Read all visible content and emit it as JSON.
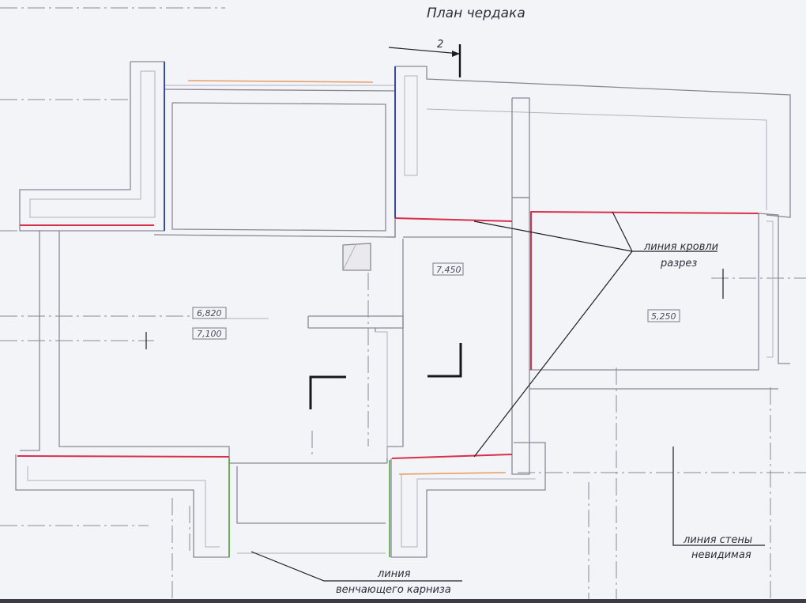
{
  "drawing": {
    "title": "План чердака",
    "section_mark": "2",
    "roof_line_label": {
      "line1": "линия кровли",
      "line2": "разрез"
    },
    "wall_line_label": {
      "line1": "линия стены",
      "line2": "невидимая"
    },
    "cornice_label": {
      "line1": "линия",
      "line2": "венчающего карниза"
    },
    "elevations": {
      "left_top": "6,820",
      "left_bottom": "7,100",
      "center": "7,450",
      "right": "5,250"
    },
    "colors": {
      "wall": "#8b8795",
      "roof_cut": "#d8304a",
      "blue_edge": "#3849a8",
      "green_edge": "#54a83a",
      "orange_edge": "#e6a06a",
      "paper": "#f3f4f7"
    }
  }
}
